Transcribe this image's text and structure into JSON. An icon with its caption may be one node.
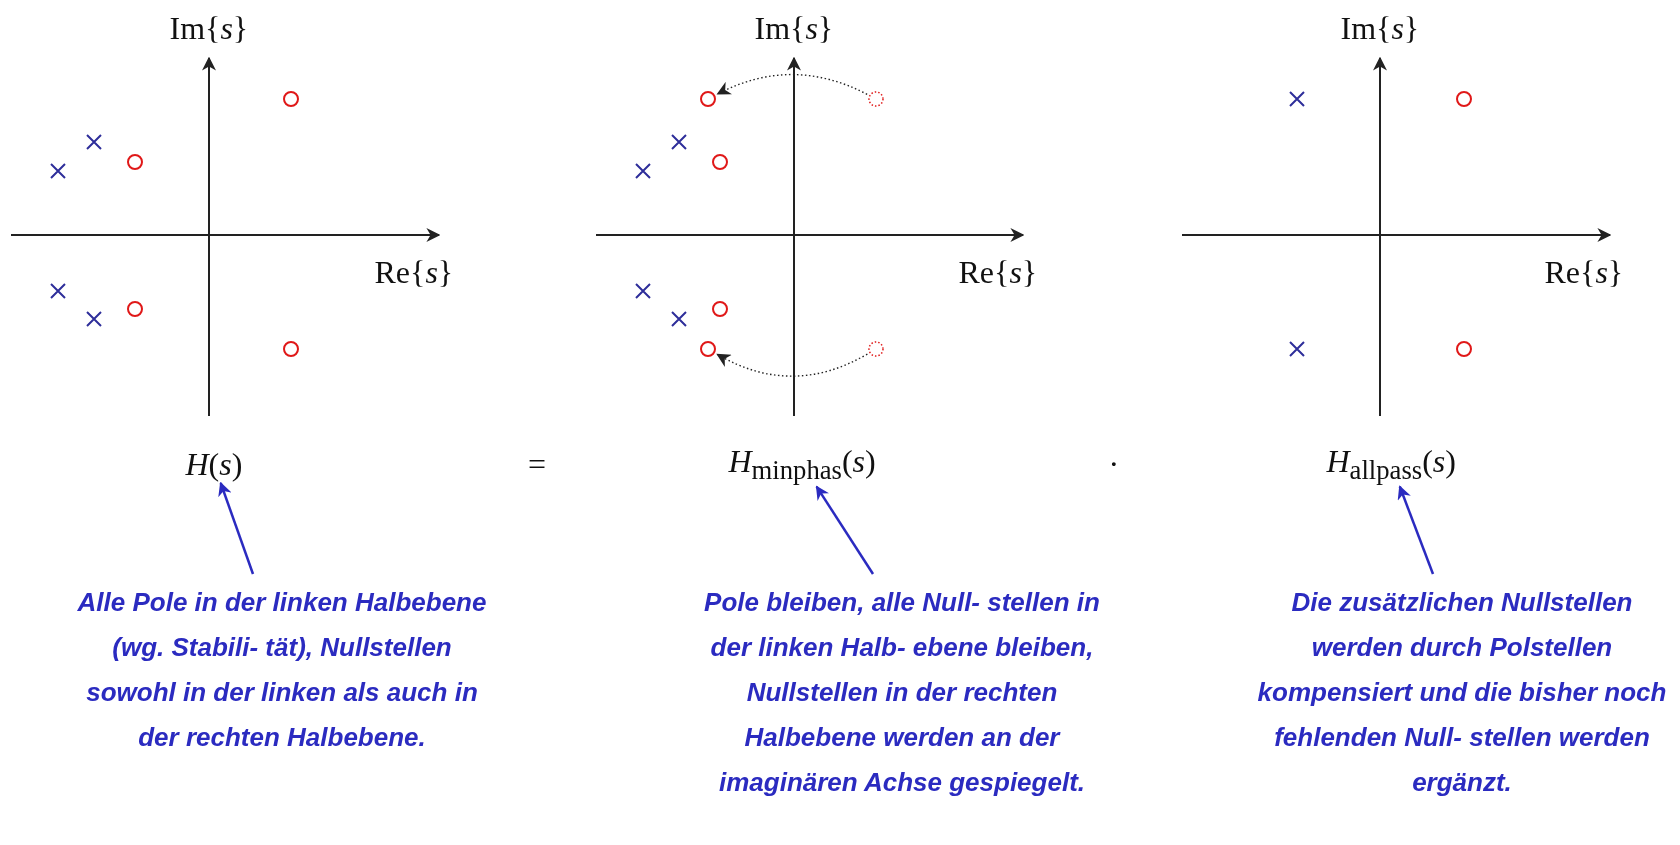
{
  "diagram": {
    "nodes": [
      {
        "text": [],
        "shape": "circle"
      },
      {
        "text": [],
        "shape": "circle"
      },
      {
        "text": [],
        "shape": "circle"
      },
      {
        "text": [],
        "shape": "circle"
      },
      {
        "text": [
          "*H*(*s*)"
        ]
      },
      {
        "text": [
          "*H*$_{minphas}$(*s*)"
        ]
      },
      {
        "text": [
          "*H*$_{allpass}$(*s*)"
        ]
      },
      {
        "text": [
          "Alle Pole in der linken Halbebene (wg. Stabili- tät), Nullstellen sowohl in der linken als auch in der rechten Halbebene."
        ]
      },
      {
        "text": [
          "Pole bleiben, alle Null- stellen in der linken Halb- ebene bleiben, Nullstellen in der rechten Halbebene werden an der imaginären Achse gespiegelt."
        ]
      },
      {
        "text": [
          "Die zusätzlichen Nullstellen werden durch Polstellen kompensiert und die bisher noch fehlenden Null- stellen werden ergänzt."
        ]
      }
    ],
    "edges": [
      {
        "from": 1,
        "to": 0,
        "arrow": "to",
        "style": "dashed",
        "color": "#222222"
      },
      {
        "from": 3,
        "to": 2,
        "arrow": "to",
        "style": "dashed",
        "color": "#222222"
      },
      {
        "from": 7,
        "to": 4,
        "arrow": "to"
      },
      {
        "from": 8,
        "to": 5,
        "arrow": "to"
      },
      {
        "from": 9,
        "to": 6,
        "arrow": "to"
      }
    ],
    "labels": [
      "Im{*s*}",
      "Im{*s*}",
      "Im{*s*}",
      "Re{*s*}",
      "Re{*s*}",
      "Re{*s*}",
      "=",
      "·"
    ]
  }
}
